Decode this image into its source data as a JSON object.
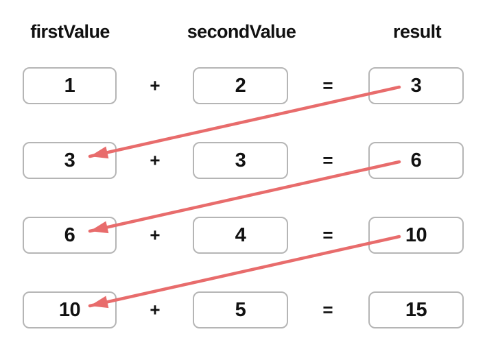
{
  "headers": [
    {
      "label": "firstValue"
    },
    {
      "label": "secondValue"
    },
    {
      "label": "result"
    }
  ],
  "operators": {
    "plus": "+",
    "equals": "="
  },
  "rows": [
    {
      "first": "1",
      "second": "2",
      "result": "3"
    },
    {
      "first": "3",
      "second": "3",
      "result": "6"
    },
    {
      "first": "6",
      "second": "4",
      "result": "10"
    },
    {
      "first": "10",
      "second": "5",
      "result": "15"
    }
  ],
  "arrows": [
    {
      "from": "row-1-result",
      "to": "row-2-first-value"
    },
    {
      "from": "row-2-result",
      "to": "row-3-first-value"
    },
    {
      "from": "row-3-result",
      "to": "row-4-first-value"
    }
  ],
  "colors": {
    "arrow": "#e86c6c",
    "box_border": "#b5b5b5",
    "text": "#111111",
    "background": "#ffffff"
  }
}
